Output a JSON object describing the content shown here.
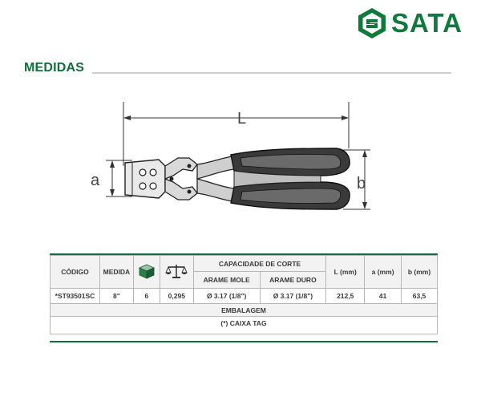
{
  "brand": {
    "name": "SATA",
    "color": "#0f7a3c",
    "logo_icon": "sata-hexagon-logo-icon"
  },
  "section": {
    "title": "MEDIDAS"
  },
  "drawing": {
    "dim_length": "L",
    "dim_a": "a",
    "dim_b": "b"
  },
  "table": {
    "headers": {
      "codigo": "CÓDIGO",
      "medida": "MEDIDA",
      "box_icon": "package-box-icon",
      "weight_icon": "balance-scale-icon",
      "capacidade": "CAPACIDADE DE CORTE",
      "arame_mole": "ARAME MOLE",
      "arame_duro": "ARAME DURO",
      "l": "L  (mm)",
      "a": "a (mm)",
      "b": "b (mm)"
    },
    "row": {
      "codigo": "*ST93501SC",
      "medida": "8\"",
      "qty": "6",
      "peso": "0,295",
      "arame_mole": "Ø 3.17 (1/8\")",
      "arame_duro": "Ø 3.17 (1/8\")",
      "l": "212,5",
      "a": "41",
      "b": "63,5"
    },
    "embalagem_label": "EMBALAGEM",
    "embalagem_value": "(*) CAIXA TAG"
  }
}
